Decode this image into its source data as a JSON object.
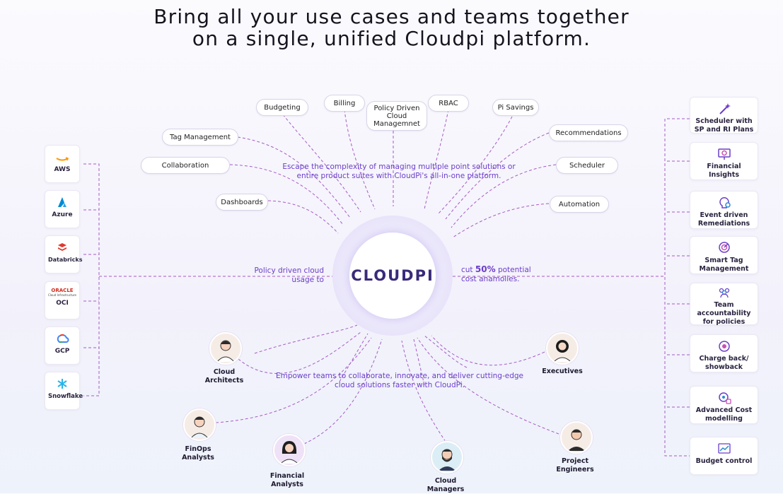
{
  "headline": {
    "line1": "Bring all your use cases and teams together",
    "line2": "on a single, unified Cloudpi platform."
  },
  "core": {
    "brand": "CLOUDPI"
  },
  "top_text": {
    "line1": "Escape the complexity of managing multiple point solutions or",
    "line2": "entire product suites with CloudPi's all-in-one platform."
  },
  "left_text": {
    "line1": "Policy driven cloud",
    "line2": "usage to"
  },
  "right_text": {
    "prefix": "cut ",
    "highlight": "50%",
    "suffix": " potential",
    "line2": "cost anamolies."
  },
  "bottom_text": {
    "line1": "Empower teams to collaborate, innovate, and deliver cutting-edge",
    "line2": "cloud solutions faster with CloudPi."
  },
  "features": [
    "Budgeting",
    "Billing",
    "Policy Driven Cloud Managemnet",
    "RBAC",
    "Pi Savings",
    "Tag Management",
    "Recommendations",
    "Collaboration",
    "Scheduler",
    "Dashboards",
    "Automation"
  ],
  "providers": [
    {
      "name": "AWS",
      "icon": "aws-icon",
      "color": "#ff9900"
    },
    {
      "name": "Azure",
      "icon": "azure-icon",
      "color": "#0089d6"
    },
    {
      "name": "Databricks",
      "icon": "databricks-icon",
      "color": "#e0392b"
    },
    {
      "name": "OCI",
      "icon": "oracle-icon",
      "color": "#d42b1e",
      "sub": "ORACLE",
      "sub2": "Cloud Infrastructure"
    },
    {
      "name": "GCP",
      "icon": "gcp-icon",
      "color": "#4285f4"
    },
    {
      "name": "Snowflake",
      "icon": "snowflake-icon",
      "color": "#29b5e8"
    }
  ],
  "capabilities": [
    {
      "label": "Scheduler with SP and RI Plans",
      "icon": "magic-wand-icon"
    },
    {
      "label": "Financial Insights",
      "icon": "monitor-chart-icon"
    },
    {
      "label": "Event driven Remediations",
      "icon": "bulb-gear-icon"
    },
    {
      "label": "Smart Tag Management",
      "icon": "tag-target-icon"
    },
    {
      "label": "Team accountability for policies",
      "icon": "team-icon"
    },
    {
      "label": "Charge back/ showback",
      "icon": "chargeback-icon"
    },
    {
      "label": "Advanced Cost modelling",
      "icon": "cost-model-icon"
    },
    {
      "label": "Budget control",
      "icon": "budget-chart-icon"
    }
  ],
  "personas": [
    {
      "label1": "Cloud",
      "label2": "Architects"
    },
    {
      "label1": "Executives",
      "label2": ""
    },
    {
      "label1": "FinOps",
      "label2": "Analysts"
    },
    {
      "label1": "Financial",
      "label2": "Analysts"
    },
    {
      "label1": "Cloud",
      "label2": "Managers"
    },
    {
      "label1": "Project",
      "label2": "Engineers"
    }
  ],
  "colors": {
    "accent": "#6b3fc9",
    "wire": "#a55bc6",
    "brand": "#3a2a7a"
  }
}
